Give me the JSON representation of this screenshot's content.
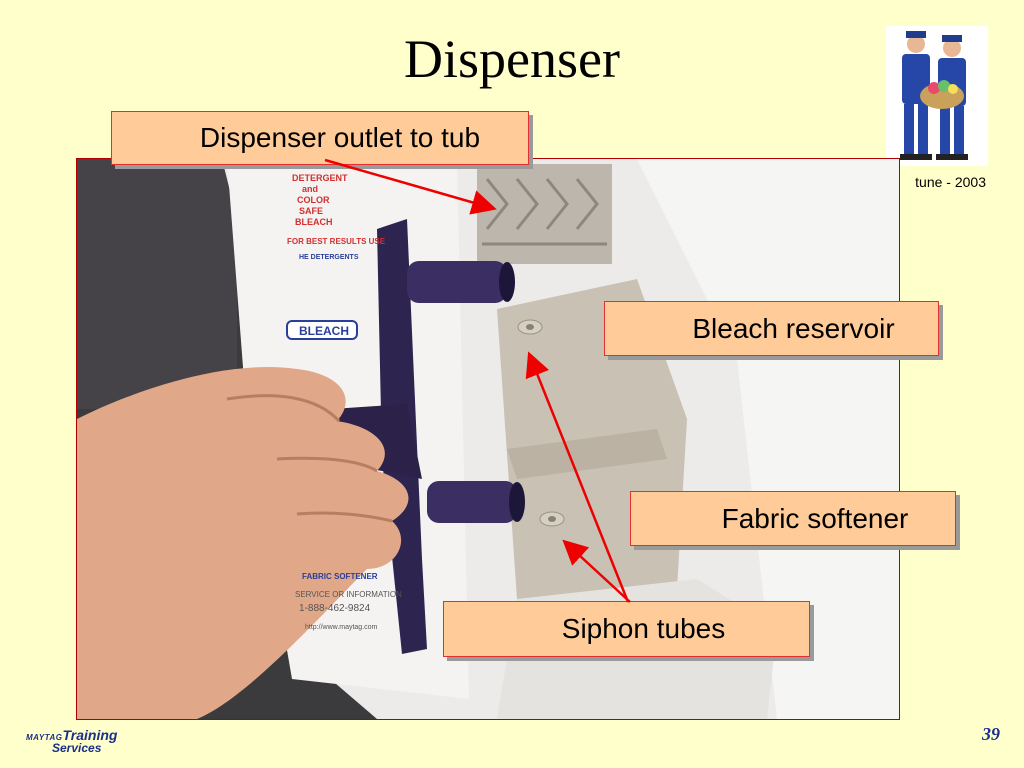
{
  "slide": {
    "title": "Dispenser",
    "page_number": "39",
    "photo_caption": "tune - 2003"
  },
  "callouts": {
    "outlet": "Dispenser outlet to tub",
    "bleach": "Bleach reservoir",
    "fabric": "Fabric softener",
    "siphon": "Siphon tubes"
  },
  "photo_labels": {
    "detergent": [
      "DETERGENT",
      "and",
      "COLOR",
      "SAFE",
      "BLEACH"
    ],
    "for_best": "FOR BEST RESULTS USE",
    "he": "HE DETERGENTS",
    "bleach_tag": "BLEACH",
    "softener": "FABRIC SOFTENER",
    "service": "SERVICE OR INFORMATION",
    "phone": "1-888-462-9824",
    "web": "http://www.maytag.com"
  },
  "logo": {
    "maytag": "MAYTAG",
    "training": "Training",
    "services": "Services"
  },
  "colors": {
    "background": "#ffffcc",
    "callout_fill": "#ffcc99",
    "callout_border": "#e03030",
    "arrow": "#ee0000",
    "logo_blue": "#1a2f8c"
  }
}
